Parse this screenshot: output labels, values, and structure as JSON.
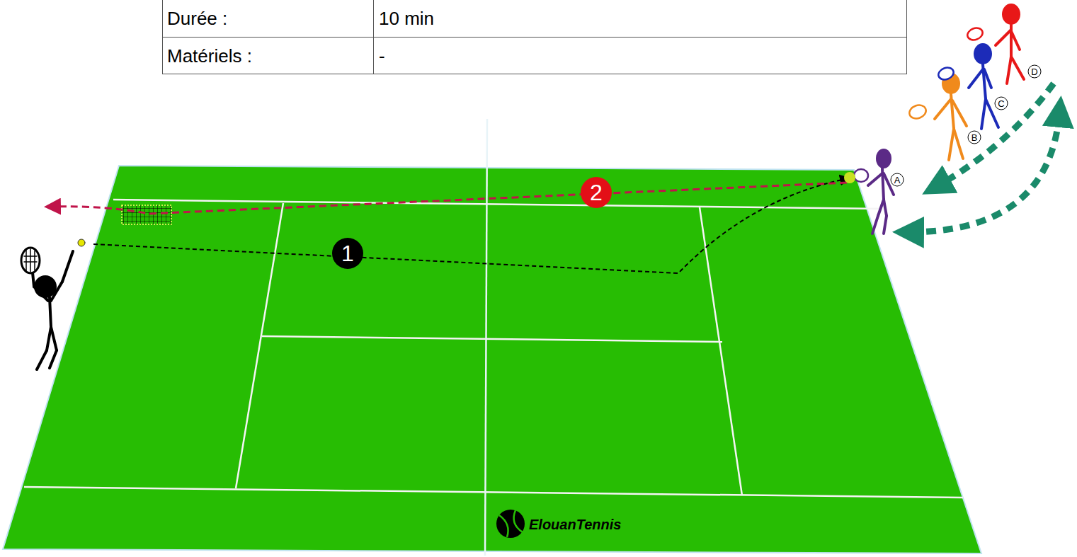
{
  "diagram": {
    "labels": [
      "Durée :",
      "10 min",
      "Matériels :",
      "-",
      "1",
      "2",
      "A",
      "B",
      "C",
      "D",
      "ElouanTennis"
    ]
  }
}
